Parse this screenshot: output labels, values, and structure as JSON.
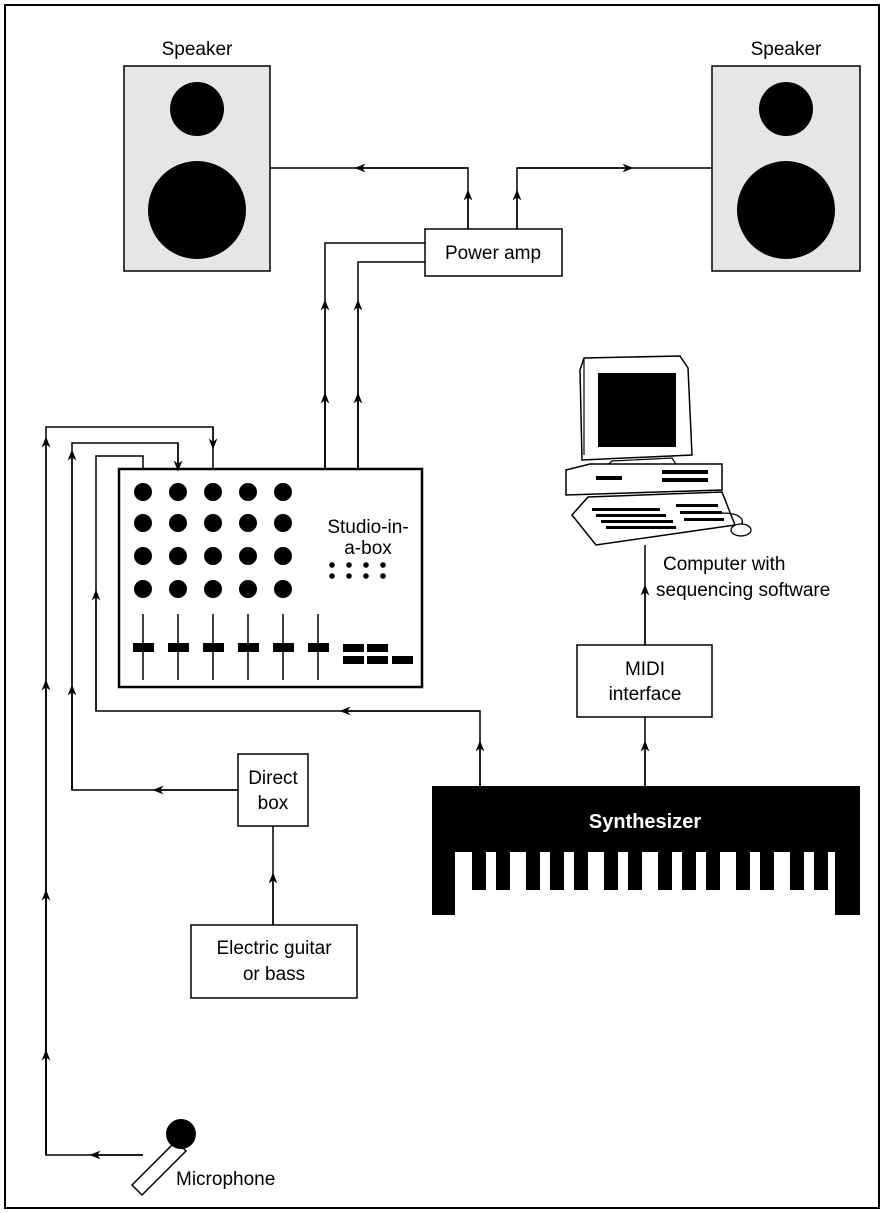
{
  "labels": {
    "speaker_left": "Speaker",
    "speaker_right": "Speaker",
    "power_amp": "Power amp",
    "studio_line1": "Studio-in-",
    "studio_line2": "a-box",
    "computer_line1": "Computer with",
    "computer_line2": "sequencing software",
    "midi_line1": "MIDI",
    "midi_line2": "interface",
    "direct_line1": "Direct",
    "direct_line2": "box",
    "synth": "Synthesizer",
    "guitar_line1": "Electric guitar",
    "guitar_line2": "or bass",
    "microphone": "Microphone"
  },
  "colors": {
    "line": "#000000",
    "speaker_cabinet": "#e6e6e6",
    "synth_body": "#000000",
    "background": "#ffffff"
  },
  "icons": {
    "speaker": "speaker-icon",
    "computer": "computer-icon",
    "microphone": "microphone-icon",
    "keyboard": "piano-keys-icon",
    "mixer": "mixer-icon"
  }
}
